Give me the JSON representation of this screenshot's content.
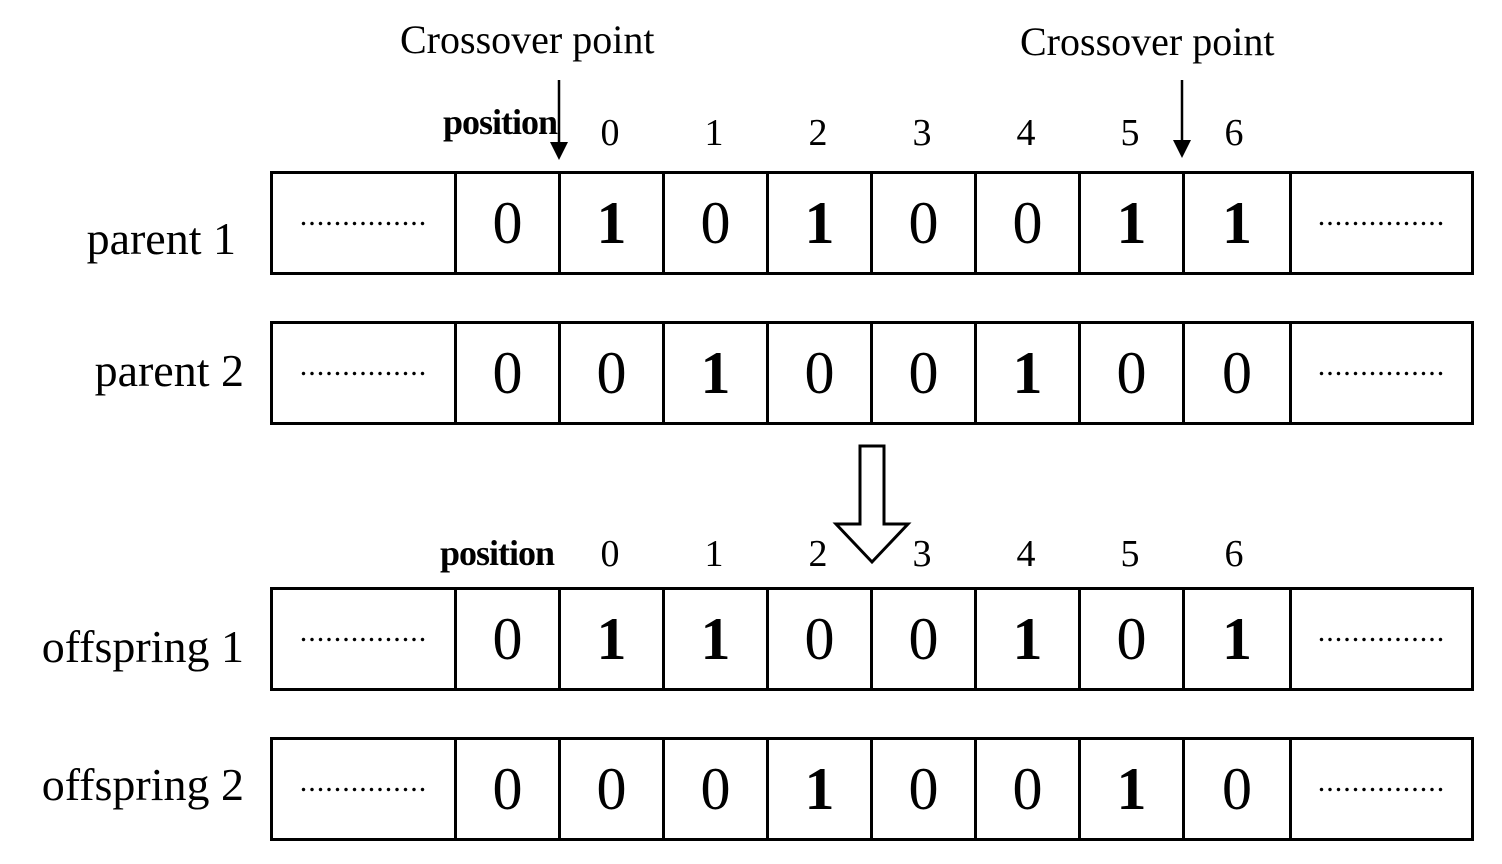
{
  "crossover_labels": [
    "Crossover point",
    "Crossover point"
  ],
  "position_label": "position",
  "indices": [
    "0",
    "1",
    "2",
    "3",
    "4",
    "5",
    "6"
  ],
  "ellipsis": "...............",
  "rows": [
    {
      "label": "parent 1",
      "bits": [
        "0",
        "1",
        "0",
        "1",
        "0",
        "0",
        "1",
        "1"
      ]
    },
    {
      "label": "parent 2",
      "bits": [
        "0",
        "0",
        "1",
        "0",
        "0",
        "1",
        "0",
        "0"
      ]
    },
    {
      "label": "offspring 1",
      "bits": [
        "0",
        "1",
        "1",
        "0",
        "0",
        "1",
        "0",
        "1"
      ]
    },
    {
      "label": "offspring 2",
      "bits": [
        "0",
        "0",
        "0",
        "1",
        "0",
        "0",
        "1",
        "0"
      ]
    }
  ]
}
